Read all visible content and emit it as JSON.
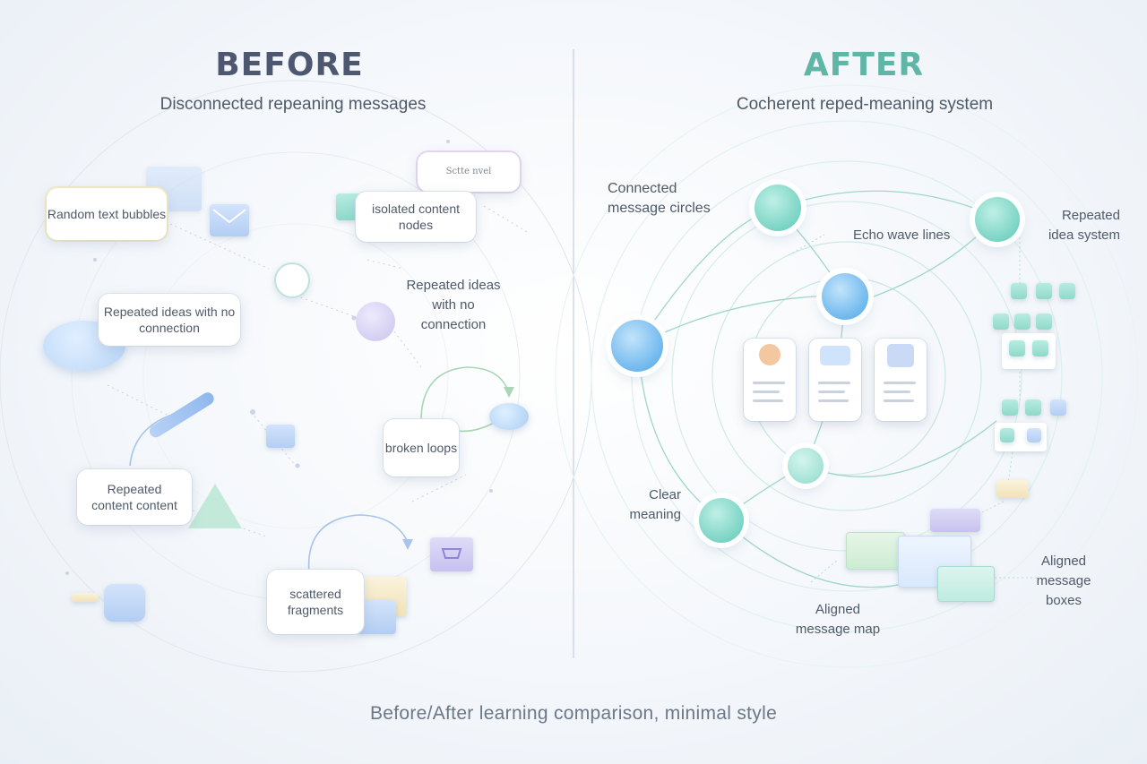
{
  "before": {
    "title": "BEFORE",
    "subtitle": "Disconnected repeaning messages",
    "labels": {
      "random_bubbles": "Random text bubbles",
      "isolated_nodes": "isolated content nodes",
      "repeated_left": "Repeated ideas with no connection",
      "repeated_mid": "Repeated ideas with no connection",
      "repeated_content": "Repeated content content",
      "broken_loops": "broken loops",
      "scattered": "scattered fragments",
      "scribble": "Sctte  nvel"
    }
  },
  "after": {
    "title": "AFTER",
    "subtitle": "Cocherent reped-meaning system",
    "labels": {
      "connected_circles": "Connected message circles",
      "echo_waves": "Echo wave lines",
      "repeated_system": "Repeated idea system",
      "clear_meaning": "Clear meaning",
      "aligned_map": "Aligned message map",
      "aligned_boxes": "Aligned message boxes"
    }
  },
  "footer": "Before/After learning comparison, minimal style",
  "colors": {
    "before_title": "#4d5870",
    "after_title": "#5fb6a6",
    "teal": "#7ad4c4",
    "blue": "#6fb8ee",
    "lavender": "#c6c1ef"
  },
  "icons": [
    "envelope-icon",
    "pencil-icon",
    "thumbs-up-icon",
    "cart-icon",
    "chat-bubble-icon",
    "arrow-icon"
  ]
}
